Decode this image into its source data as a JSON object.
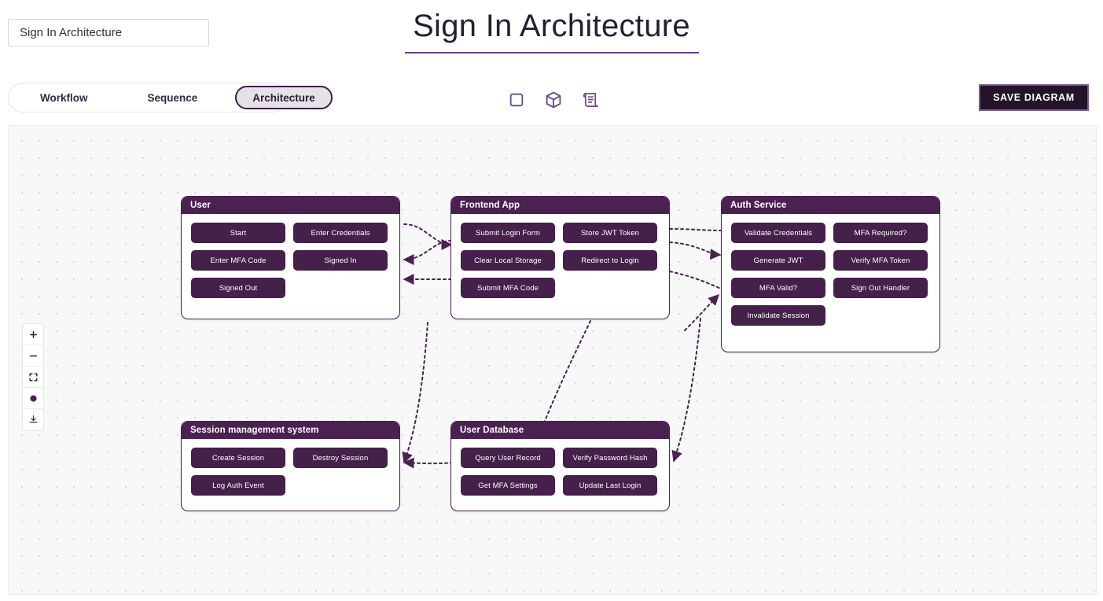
{
  "header": {
    "title_input_value": "Sign In Architecture",
    "title_input_placeholder": "Diagram title",
    "page_title": "Sign In Architecture",
    "save_label": "SAVE DIAGRAM"
  },
  "tabs": [
    {
      "label": "Workflow",
      "active": false
    },
    {
      "label": "Sequence",
      "active": false
    },
    {
      "label": "Architecture",
      "active": true
    }
  ],
  "view_icons": [
    {
      "name": "square-icon",
      "title": "Workflow view"
    },
    {
      "name": "cube-icon",
      "title": "Architecture view"
    },
    {
      "name": "scroll-icon",
      "title": "Sequence view"
    }
  ],
  "controls": [
    {
      "name": "zoom-in-button",
      "label": "+"
    },
    {
      "name": "zoom-out-button",
      "label": "−"
    },
    {
      "name": "fit-view-button",
      "label": ""
    },
    {
      "name": "toggle-interactivity-button",
      "label": ""
    },
    {
      "name": "download-button",
      "label": ""
    }
  ],
  "colors": {
    "accent_purple": "#4a2150",
    "item_purple": "#44204a",
    "icon_purple": "#6b4a8a",
    "save_bg": "#231428",
    "save_border": "#7b5b95",
    "canvas_bg": "#f8f8f9",
    "dot_color": "#d9d9de",
    "edge_color": "#4a2150"
  },
  "diagram": {
    "nodes": [
      {
        "id": "user",
        "title": "User",
        "items": [
          "Start",
          "Enter Credentials",
          "Enter MFA Code",
          "Signed In",
          "Signed Out"
        ]
      },
      {
        "id": "frontend-app",
        "title": "Frontend App",
        "items": [
          "Submit Login Form",
          "Store JWT Token",
          "Clear Local Storage",
          "Redirect to Login",
          "Submit MFA Code"
        ]
      },
      {
        "id": "auth-service",
        "title": "Auth Service",
        "items": [
          "Validate Credentials",
          "MFA Required?",
          "Generate JWT",
          "Verify MFA Token",
          "MFA Valid?",
          "Sign Out Handler",
          "Invalidate Session"
        ]
      },
      {
        "id": "session-management-system",
        "title": "Session management system",
        "items": [
          "Create Session",
          "Destroy Session",
          "Log Auth Event"
        ]
      },
      {
        "id": "user-database",
        "title": "User Database",
        "items": [
          "Query User Record",
          "Verify Password Hash",
          "Get MFA Settings",
          "Update Last Login"
        ]
      }
    ]
  }
}
